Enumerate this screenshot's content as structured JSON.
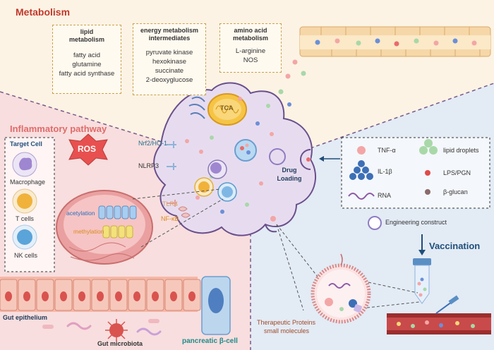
{
  "metabolism": {
    "title": "Metabolism",
    "lipid": {
      "title_line1": "lipid",
      "title_line2": "metabolism",
      "items": [
        "fatty acid",
        "glutamine",
        "fatty acid synthase"
      ]
    },
    "energy": {
      "title_line1": "energy metabolism",
      "title_line2": "intermediates",
      "items": [
        "pyruvate kinase",
        "hexokinase",
        "succinate",
        "2-deoxyglucose"
      ]
    },
    "amino": {
      "title_line1": "amino acid",
      "title_line2": "metabolism",
      "items": [
        "L-arginine",
        "NOS"
      ]
    }
  },
  "inflammatory": {
    "title": "Inflammatory pathway",
    "target_cell_title": "Target Cell",
    "cells": [
      "Macrophage",
      "T cells",
      "NK cells"
    ],
    "ros": "ROS",
    "nrf2": "Nrf2/HO-1",
    "nlrp3": "NLRP3",
    "tlr4": "TLR4",
    "nfkb": "NF-κB",
    "acetylation": "acetylation",
    "methylation": "methylation",
    "gut_epithelium": "Gut epithelium",
    "gut_microbiota": "Gut microbiota",
    "beta_cell": "pancreatic β-cell"
  },
  "cell": {
    "tca": "TCA",
    "drug_loading_line1": "Drug",
    "drug_loading_line2": "Loading"
  },
  "legend": {
    "tnf": "TNF-α",
    "il1b": "IL-1β",
    "rna": "RNA",
    "lipid_droplets": "lipid droplets",
    "lps": "LPS/PGN",
    "glucan": "β-glucan"
  },
  "engineering_construct": "Engineering construct",
  "vaccination": "Vaccination",
  "therapeutic_line1": "Therapeutic Proteins",
  "therapeutic_line2": "small molecules",
  "colors": {
    "metabolism_bg": "#fdf3e4",
    "inflammatory_bg": "#f8dede",
    "vaccination_bg": "#e3ebf5",
    "cell_body": "#e7dcef",
    "red_accent": "#c0392b",
    "teal_accent": "#1f6f8b",
    "navy_accent": "#1f4e79"
  }
}
